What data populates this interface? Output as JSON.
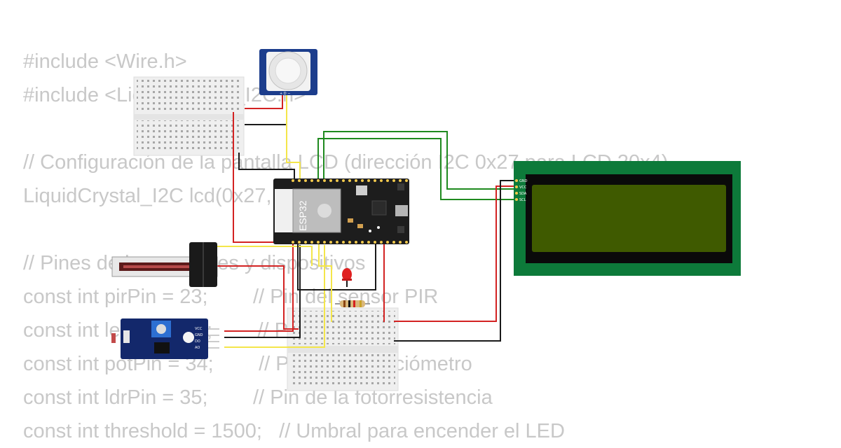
{
  "code": {
    "lines": [
      "#include <Wire.h>",
      "#include <LiquidCrystal_I2C.h>",
      "",
      "// Configuración de la pantalla LCD (dirección I2C 0x27 para LCD 20x4)",
      "LiquidCrystal_I2C lcd(0x27, 20, 4);",
      "",
      "// Pines de los sensores y dispositivos",
      "const int pirPin = 23;        // Pin del sensor PIR",
      "const int ledPin = 25;        // Pin del LED",
      "const int potPin = 34;        // Pin del potenciómetro",
      "const int ldrPin = 35;        // Pin de la fotorresistencia",
      "const int threshold = 1500;   // Umbral para encender el LED"
    ]
  },
  "components": {
    "esp32_label": "ESP32",
    "pir_pins": "+ D −",
    "lcd_pins": [
      "GND",
      "VCC",
      "SDA",
      "SCL"
    ],
    "ldr_pins": [
      "VCC",
      "GND",
      "DO",
      "AO"
    ]
  },
  "colors": {
    "code_text": "#c8c8c8",
    "wire_red": "#d32222",
    "wire_black": "#1a1a1a",
    "wire_green": "#1f8a1f",
    "wire_yellow": "#f4e64a",
    "lcd_board": "#0d7a3a",
    "lcd_screen": "#3f5a00",
    "esp32_board": "#1d1d1d",
    "pir_board": "#1c3d8c"
  }
}
